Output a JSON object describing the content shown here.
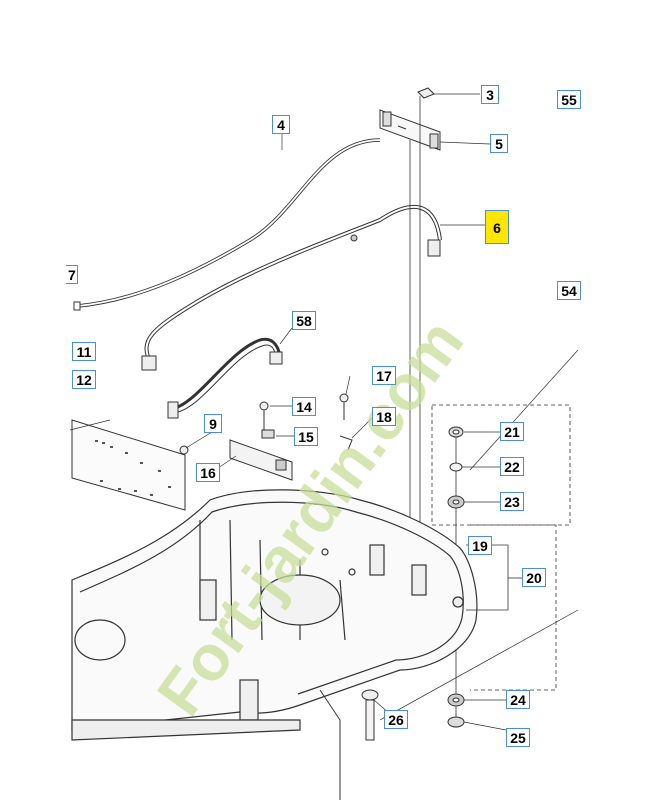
{
  "labels": {
    "p3": "3",
    "p55": "55",
    "p4": "4",
    "p5": "5",
    "p6": "6",
    "p7": "7",
    "p54": "54",
    "p58": "58",
    "p11": "11",
    "p12": "12",
    "p17": "17",
    "p14": "14",
    "p9": "9",
    "p18": "18",
    "p15": "15",
    "p16": "16",
    "p21": "21",
    "p22": "22",
    "p23": "23",
    "p19": "19",
    "p20": "20",
    "p24": "24",
    "p26": "26",
    "p25": "25"
  },
  "highlighted_part": "6",
  "colors": {
    "highlight": "#ffe600",
    "label_border": "#4a8fd0",
    "watermark": "#c8de9a"
  },
  "watermark": "Fort-jardin.com"
}
